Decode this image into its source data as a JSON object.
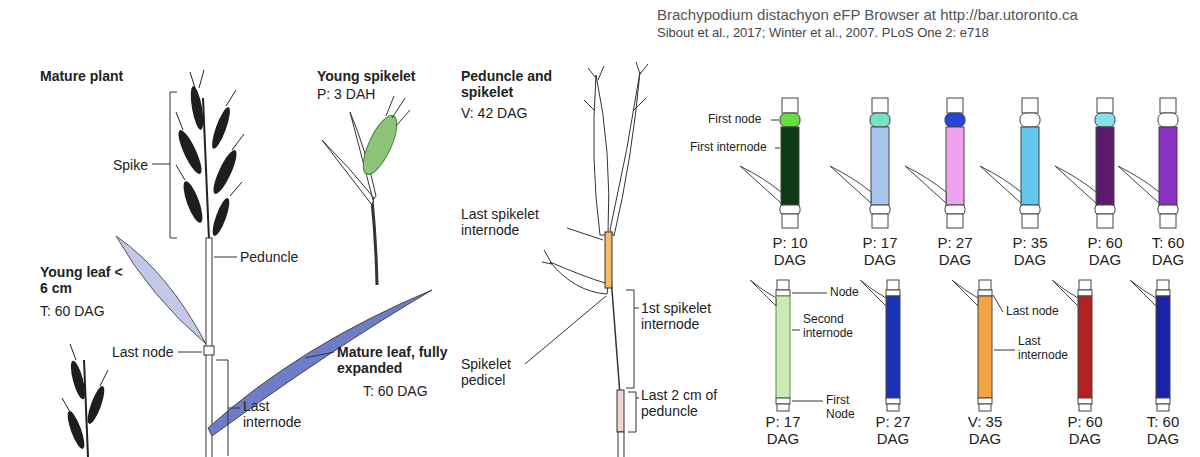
{
  "diagram": {
    "title": "Brachypodium distachyon eFP Browser at http://bar.utoronto.ca",
    "labels": [
      "Sibout et al., 2017; Winter et al., 2007. PLoS One 2: e718",
      "Mature plant",
      "Spike",
      "Peduncle",
      "Young leaf < 6 cm",
      "T: 60 DAG",
      "Last node",
      "Mature leaf, fully expanded",
      "T: 60 DAG",
      "Last internode",
      "Young spikelet",
      "P: 3 DAH",
      "Peduncle and spikelet",
      "V: 42 DAG",
      "Last spikelet internode",
      "1st spikelet internode",
      "Spikelet pedicel",
      "Last 2 cm of peduncle",
      "First node",
      "First internode",
      "P: 10 DAG",
      "P: 17 DAG",
      "P: 27 DAG",
      "P: 35 DAG",
      "P: 60 DAG",
      "T: 60 DAG",
      "Node",
      "Second internode",
      "First Node",
      "P: 17 DAG",
      "P: 27 DAG",
      "Last node",
      "Last internode",
      "V: 35 DAG",
      "P: 60 DAG",
      "T: 60 DAG"
    ]
  }
}
